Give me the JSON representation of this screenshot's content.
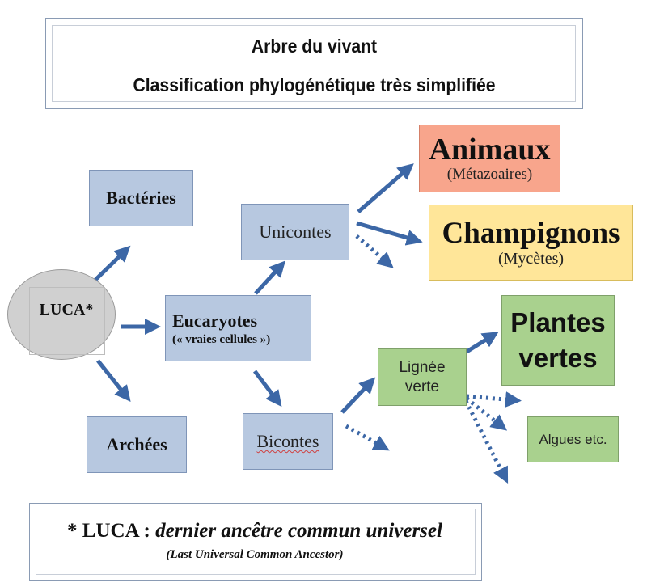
{
  "header": {
    "title_line1": "Arbre du vivant",
    "title_line2": "Classification phylogénétique très simplifiée"
  },
  "nodes": {
    "luca": "LUCA*",
    "bacteries": "Bactéries",
    "archees": "Archées",
    "eucaryotes": "Eucaryotes",
    "eucaryotes_sub": "(« vraies cellules »)",
    "unicontes": "Unicontes",
    "bicontes": "Bicontes",
    "animaux": "Animaux",
    "animaux_sub": "(Métazoaires)",
    "champignons": "Champignons",
    "champignons_sub": "(Mycètes)",
    "lignee_verte_1": "Lignée",
    "lignee_verte_2": "verte",
    "plantes_1": "Plantes",
    "plantes_2": "vertes",
    "algues": "Algues etc."
  },
  "footnote": {
    "prefix": "* LUCA : ",
    "definition": "dernier ancêtre commun universel",
    "english": "(Last Universal Common Ancestor)"
  },
  "colors": {
    "arrow": "#3c67a6",
    "blue_box": "#b7c8e0",
    "green_box": "#a9d18e",
    "salmon_box": "#f8a58c",
    "yellow_box": "#ffe699",
    "luca_circle": "#d0d0d0"
  }
}
